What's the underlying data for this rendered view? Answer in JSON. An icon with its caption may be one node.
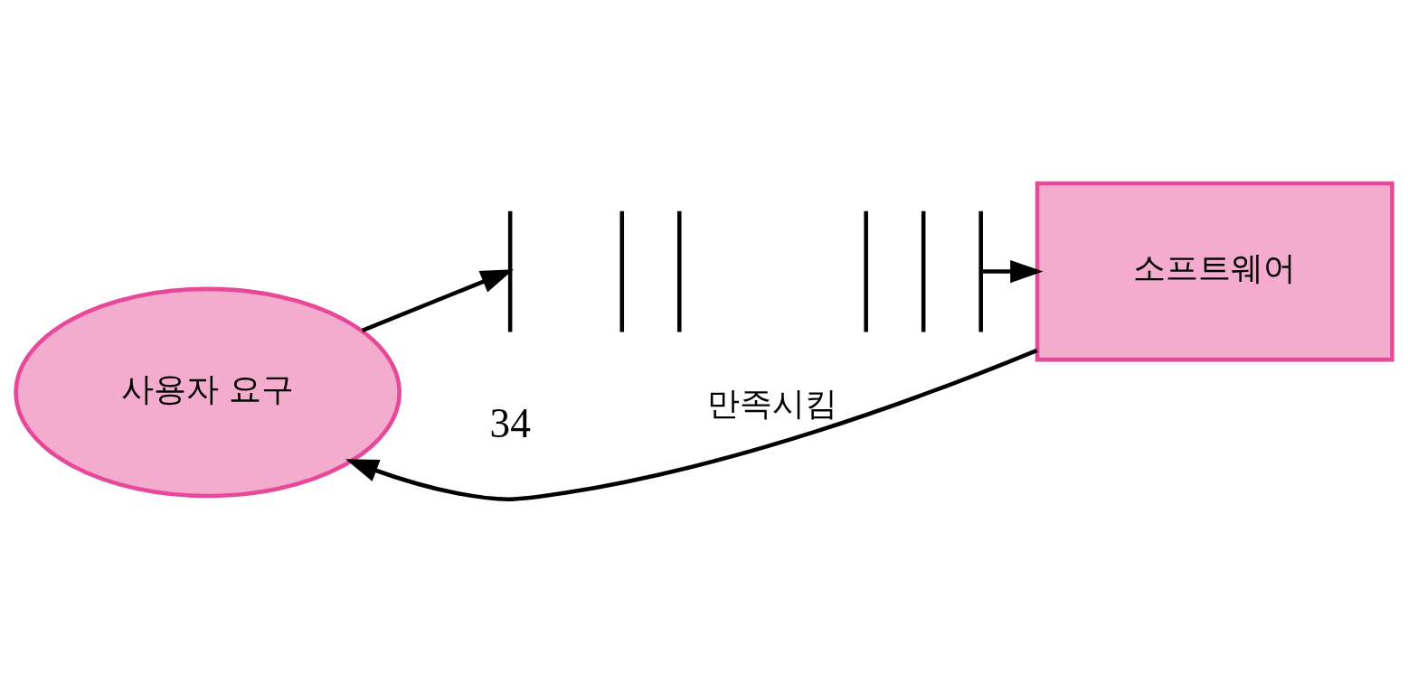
{
  "diagram": {
    "nodes": [
      {
        "text": [
          "사용자 요구"
        ]
      },
      {
        "text": [],
        "shape": "bar"
      },
      {
        "text": [],
        "shape": "bar"
      },
      {
        "text": [],
        "shape": "bar"
      },
      {
        "text": [],
        "shape": "bar"
      },
      {
        "text": [],
        "shape": "bar"
      },
      {
        "text": [],
        "shape": "bar"
      },
      {
        "text": [
          "소프트웨어"
        ]
      }
    ],
    "edges": [
      {
        "from": 0,
        "to": 1,
        "arrow": "to"
      },
      {
        "from": 6,
        "to": 7,
        "arrow": "to"
      },
      {
        "from": 7,
        "to": 0,
        "arrow": "to",
        "label": "만족시킴"
      }
    ],
    "labels": [
      "34"
    ]
  }
}
